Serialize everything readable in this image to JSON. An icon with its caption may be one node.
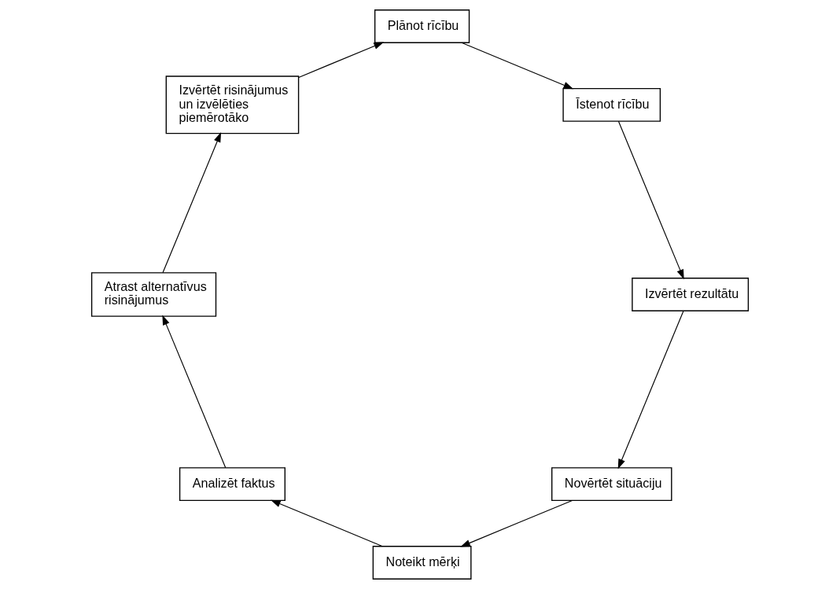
{
  "diagram": {
    "nodes": [
      {
        "text": [
          "Novērtēt situāciju"
        ]
      },
      {
        "text": [
          "Noteikt mērķi"
        ]
      },
      {
        "text": [
          "Analizēt faktus"
        ]
      },
      {
        "text": [
          "Atrast alternatīvus risinājumus"
        ]
      },
      {
        "text": [
          "Izvērtēt risinājumus un izvēlēties piemērotāko"
        ]
      },
      {
        "text": [
          "Plānot rīcību"
        ]
      },
      {
        "text": [
          "Īstenot rīcību"
        ]
      },
      {
        "text": [
          "Izvērtēt rezultātu"
        ]
      }
    ],
    "edges": [
      {
        "from": 0,
        "to": 1,
        "arrow": "to"
      },
      {
        "from": 1,
        "to": 2,
        "arrow": "to"
      },
      {
        "from": 2,
        "to": 3,
        "arrow": "to"
      },
      {
        "from": 3,
        "to": 4,
        "arrow": "to"
      },
      {
        "from": 4,
        "to": 5,
        "arrow": "to"
      },
      {
        "from": 5,
        "to": 6,
        "arrow": "to"
      },
      {
        "from": 6,
        "to": 7,
        "arrow": "to"
      },
      {
        "from": 7,
        "to": 0,
        "arrow": "to"
      }
    ]
  }
}
